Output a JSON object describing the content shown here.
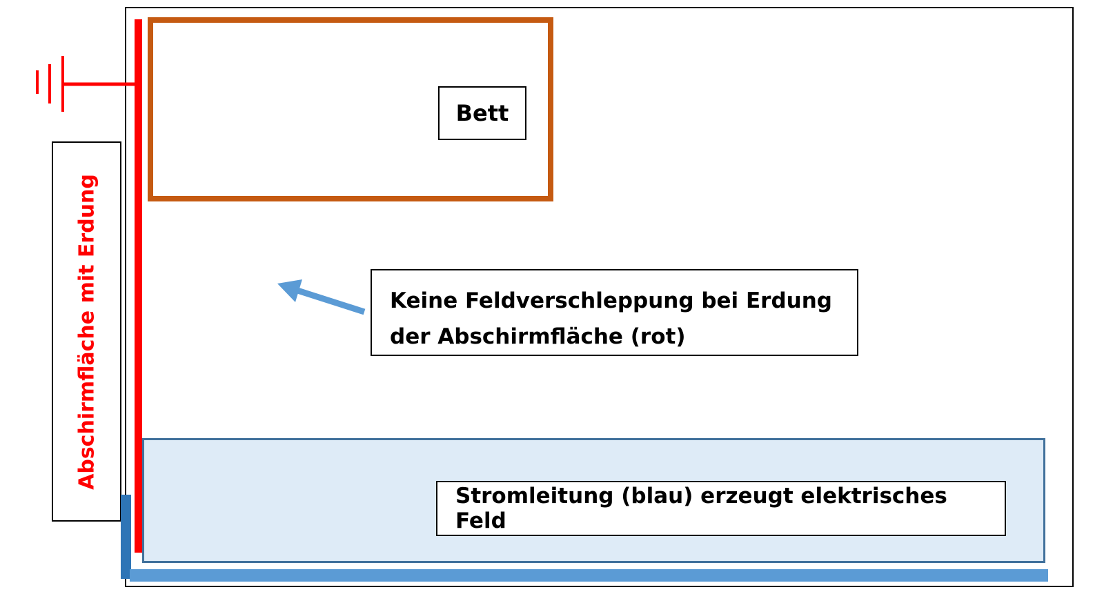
{
  "labels": {
    "bed": "Bett",
    "shield": "Abschirmfläche mit Erdung",
    "callout_line1": "Keine Feldverschleppung bei Erdung",
    "callout_line2": "der Abschirmfläche (rot)",
    "power_line": "Stromleitung (blau) erzeugt elektrisches Feld"
  },
  "colors": {
    "shield": "#FF0000",
    "bed": "#C55A11",
    "power_line": "#2E75B6",
    "field": "#DEEBF7",
    "arrow": "#5B9BD5"
  },
  "icons": [
    "ground-symbol-icon",
    "arrow-icon"
  ]
}
